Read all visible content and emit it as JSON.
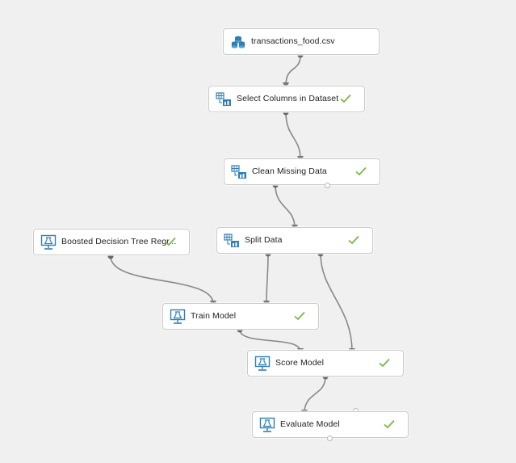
{
  "canvas": {
    "background": "#f0f0f0",
    "wire_color": "#777777",
    "status_color": "#7ab648",
    "icon_color": "#2f7eb6"
  },
  "nodes": [
    {
      "id": "transactions",
      "label": "transactions_food.csv",
      "icon": "dataset-icon",
      "completed": false
    },
    {
      "id": "select-columns",
      "label": "Select Columns in Dataset",
      "icon": "table-transform-icon",
      "completed": true
    },
    {
      "id": "clean-missing",
      "label": "Clean Missing Data",
      "icon": "table-transform-icon",
      "completed": true
    },
    {
      "id": "boosted-tree",
      "label": "Boosted Decision Tree Regr...",
      "icon": "model-monitor-icon",
      "completed": true
    },
    {
      "id": "split-data",
      "label": "Split Data",
      "icon": "table-transform-icon",
      "completed": true
    },
    {
      "id": "train-model",
      "label": "Train Model",
      "icon": "model-monitor-icon",
      "completed": true
    },
    {
      "id": "score-model",
      "label": "Score Model",
      "icon": "model-monitor-icon",
      "completed": true
    },
    {
      "id": "evaluate-model",
      "label": "Evaluate Model",
      "icon": "model-monitor-icon",
      "completed": true
    }
  ]
}
